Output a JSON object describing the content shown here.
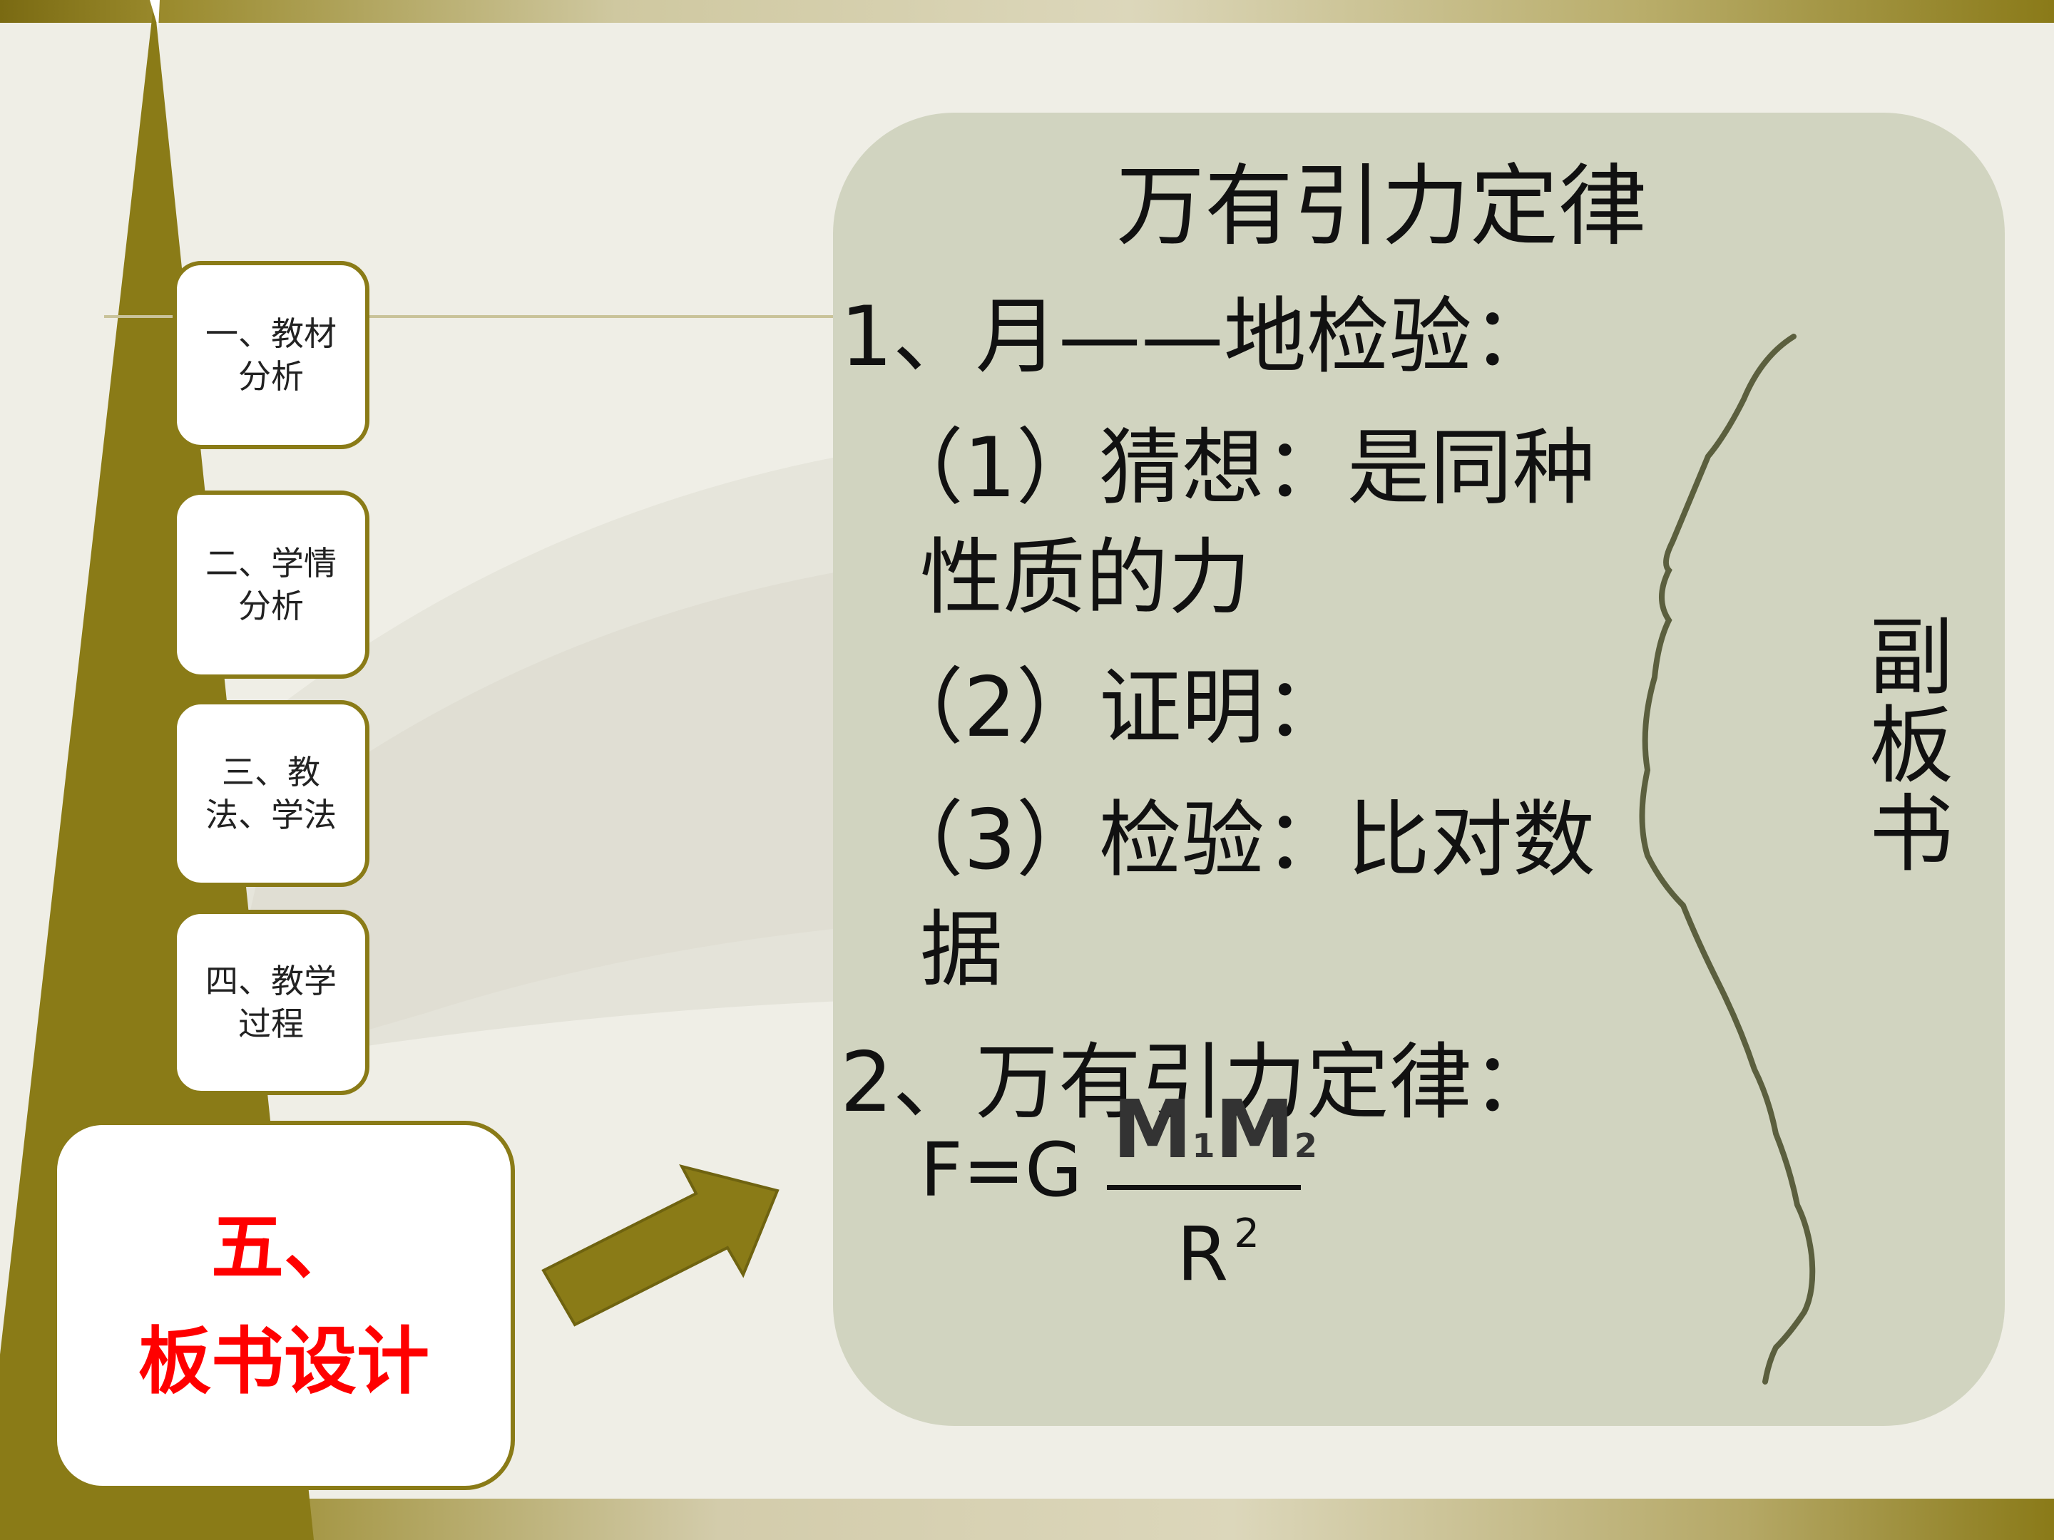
{
  "nav": {
    "items": [
      {
        "label": "一、教材分析"
      },
      {
        "label": "二、学情分析"
      },
      {
        "label": "三、教法、学法"
      },
      {
        "label": "四、教学过程"
      }
    ],
    "active": {
      "line1": "五、",
      "line2": "板书设计"
    }
  },
  "board": {
    "title": "万有引力定律",
    "section1": "1、月——地检验：",
    "item1_a": "（1）猜想：是同种",
    "item1_b": "性质的力",
    "item2": "（2）证明：",
    "item3_a": "（3）检验：比对数",
    "item3_b": "据",
    "section2": "2、万有引力定律：",
    "formula": {
      "lhs": "F=G",
      "num_m1": "M",
      "num_sub1": "1",
      "num_m2": "M",
      "num_sub2": "2",
      "den_r": "R",
      "den_exp": "2"
    },
    "side_label": "副板书"
  },
  "colors": {
    "accent_olive": "#8a7b17",
    "board_bg": "#d1d4c0",
    "active_text": "#ff0000",
    "curve": "#5b5f3e"
  }
}
